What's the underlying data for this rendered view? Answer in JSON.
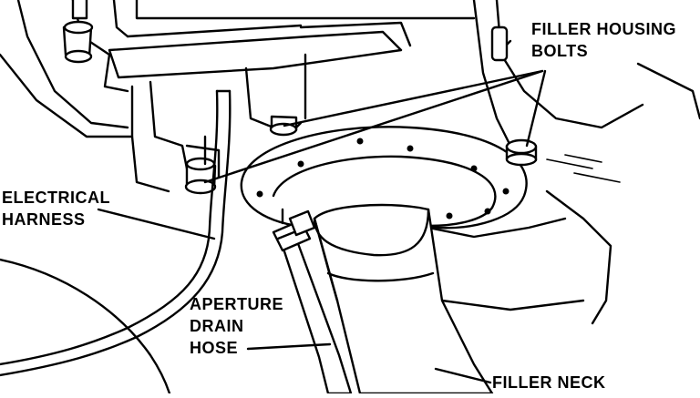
{
  "labels": {
    "filler_housing_bolts_line1": "FILLER HOUSING",
    "filler_housing_bolts_line2": "BOLTS",
    "electrical_harness_line1": "ELECTRICAL",
    "electrical_harness_line2": "HARNESS",
    "aperture_drain_hose_line1": "APERTURE",
    "aperture_drain_hose_line2": "DRAIN",
    "aperture_drain_hose_line3": "HOSE",
    "filler_neck": "FILLER NECK"
  }
}
